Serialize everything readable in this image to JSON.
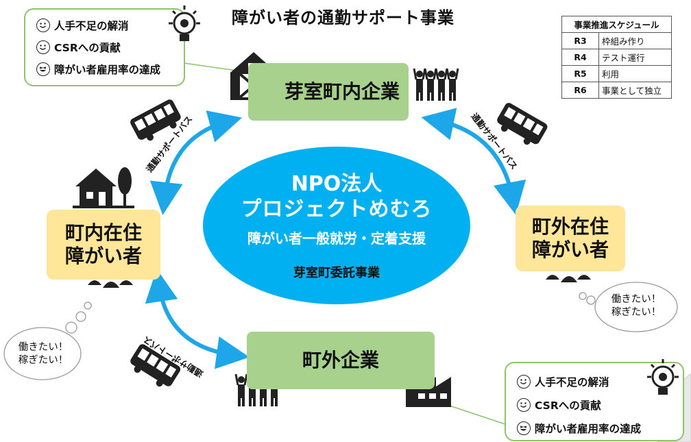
{
  "title": "障がい者の通勤サポート事業",
  "schedule": {
    "header": "事業推進スケジュール",
    "rows": [
      {
        "year": "R3",
        "task": "枠組み作り"
      },
      {
        "year": "R4",
        "task": "テスト運行"
      },
      {
        "year": "R5",
        "task": "利用"
      },
      {
        "year": "R6",
        "task": "事業として独立"
      }
    ]
  },
  "benefits_top": [
    "人手不足の解消",
    "CSRへの貢献",
    "障がい者雇用率の達成"
  ],
  "benefits_bottom": [
    "人手不足の解消",
    "CSRへの貢献",
    "障がい者雇用率の達成"
  ],
  "nodes": {
    "company_in_town": "芽室町内企業",
    "company_out_town": "町外企業",
    "resident_in_line1": "町内在住",
    "resident_in_line2": "障がい者",
    "resident_out_line1": "町外在住",
    "resident_out_line2": "障がい者"
  },
  "center": {
    "line1": "NPO法人",
    "line2": "プロジェクトめむろ",
    "line3": "障がい者一般就労・定着支援",
    "line4": "芽室町委託事業"
  },
  "bus_label": "通勤サポートバス",
  "cloud": {
    "line1": "働きたい！",
    "line2": "稼ぎたい！"
  },
  "colors": {
    "green": "#a9d18e",
    "yellow": "#ffe699",
    "blue": "#00b0f0",
    "arrow": "#1ea7e8"
  }
}
